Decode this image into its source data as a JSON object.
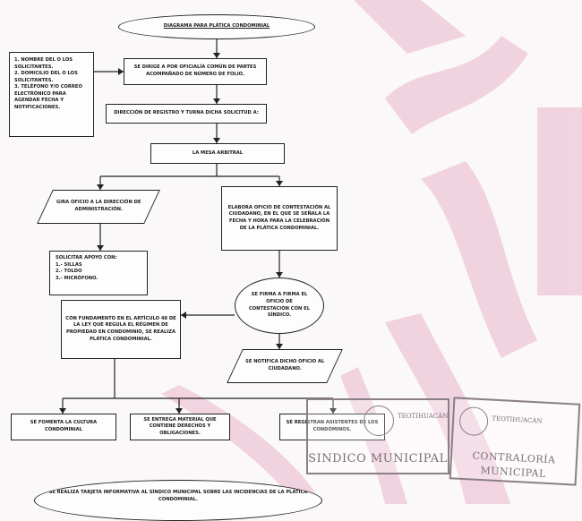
{
  "diagram": {
    "title": "DIAGRAMA PARA PLÁTICA CONDOMINIAL",
    "requirements": [
      "1. NOMBRE DEL O LOS SOLICITANTES.",
      "2. DOMICILIO DEL O LOS SOLICITANTES.",
      "3. TELÉFONO Y/O CORREO ELECTRÓNICO PARA AGENDAR FECHA Y NOTIFICACIONES."
    ],
    "step_request": "SE DIRIGE A POR OFICIALÍA COMÚN DE PARTES ACOMPAÑADO DE NÚMERO DE FOLIO.",
    "step_turn": "DIRECCIÓN DE REGISTRO Y TURNA DICHA SOLICITUD A:",
    "step_area": "LA MESA ARBITRAL",
    "step_office": "GIRA OFICIO A LA DIRECCIÓN DE ADMINISTRACIÓN.",
    "step_prepare": "ELABORA OFICIO DE CONTESTACIÓN AL CIUDADANO, EN EL QUE SE SEÑALA LA FECHA Y HORA PARA LA CELEBRACIÓN DE LA PLÁTICA CONDOMINIAL.",
    "support_list": [
      "SOLICITAR APOYO CON:",
      "1.- SILLAS",
      "2.- TOLDO",
      "3.- MICRÓFONO."
    ],
    "step_sign": "SE FIRMA A FIRMA EL OFICIO DE CONTESTACIÓN CON EL SÍNDICO.",
    "step_basis": "CON FUNDAMENTO EN EL ARTÍCULO 48 DE LA LEY QUE REGULA EL RÉGIMEN DE PROPIEDAD EN CONDOMINIO, SE REALIZA PLÁTICA CONDOMINIAL.",
    "step_notify": "SE NOTIFICA DICHO OFICIO AL CIUDADANO.",
    "outcome_1": "SE FOMENTA LA CULTURA CONDOMINIAL",
    "outcome_2": "SE ENTREGA MATERIAL QUE CONTIENE DERECHOS Y OBLIGACIONES.",
    "outcome_3": "SE REGISTRAN ASISTENTES DE LOS CONDÓMINOS.",
    "final": "SE REALIZA TARJETA INFORMATIVA AL SÍNDICO MUNICIPAL SOBRE LAS INCIDENCIAS DE LA PLÁTICA CONDOMINIAL."
  },
  "stamps": {
    "sindico": "SINDICO MUNICIPAL",
    "contraloria_line1": "CONTRALORÍA",
    "contraloria_line2": "MUNICIPAL",
    "municipality": "TEOTIHUACÁN"
  },
  "colors": {
    "watermark": "#e7a7c0",
    "line": "#222222",
    "stamp": "#8a7f86"
  }
}
